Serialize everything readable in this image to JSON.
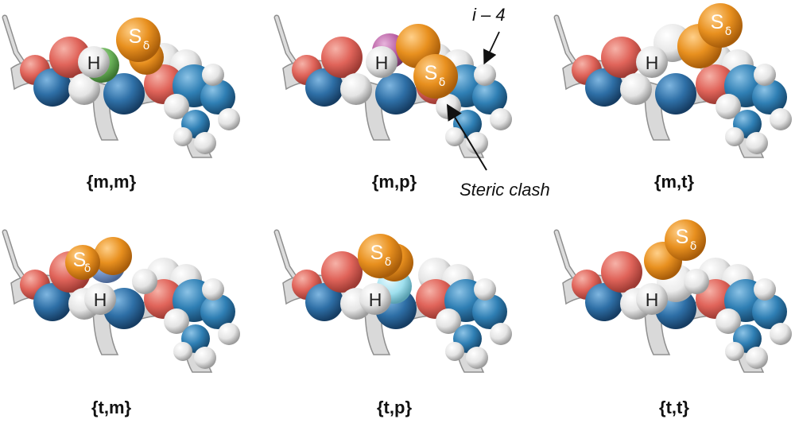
{
  "colors": {
    "background": "#ffffff",
    "ribbon": "#d9d9d9",
    "ribbon_edge": "#8f8f8f",
    "nitrogen": "#2e6fa6",
    "oxygen": "#e0645a",
    "hydrogen": "#e4e4e4",
    "carbon_helix": "#2f7fb4",
    "sulfur": "#e8901f",
    "gamma_mm": "#6bb35a",
    "gamma_mp": "#b65aa0",
    "gamma_mt": "#e8e8e8",
    "gamma_tm": "#7f9fd2",
    "gamma_tp": "#9fe0ee",
    "gamma_tt": "#ececec"
  },
  "atom_labels": {
    "hydrogen": "H",
    "sulfur": "S",
    "sulfur_subscript": "δ"
  },
  "panels": [
    {
      "id": "mm",
      "caption": "{m,m}",
      "gamma_color_key": "gamma_mm"
    },
    {
      "id": "mp",
      "caption": "{m,p}",
      "gamma_color_key": "gamma_mp"
    },
    {
      "id": "mt",
      "caption": "{m,t}",
      "gamma_color_key": "gamma_mt"
    },
    {
      "id": "tm",
      "caption": "{t,m}",
      "gamma_color_key": "gamma_tm"
    },
    {
      "id": "tp",
      "caption": "{t,p}",
      "gamma_color_key": "gamma_tp"
    },
    {
      "id": "tt",
      "caption": "{t,t}",
      "gamma_color_key": "gamma_tt"
    }
  ],
  "annotations": {
    "residue_label": "i – 4",
    "clash_label": "Steric clash"
  }
}
